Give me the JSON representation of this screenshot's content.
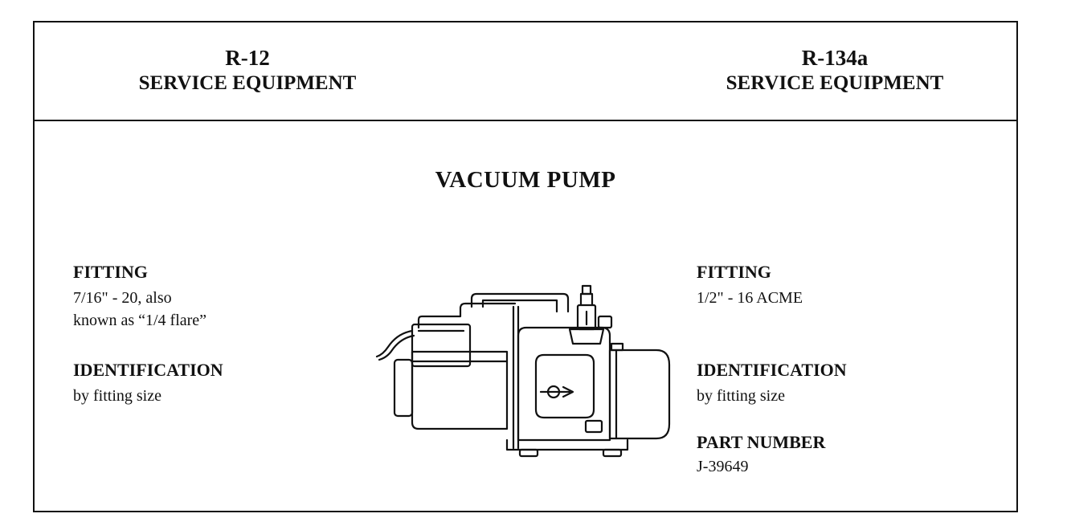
{
  "header": {
    "left": {
      "model": "R-12",
      "subtitle": "SERVICE EQUIPMENT"
    },
    "right": {
      "model": "R-134a",
      "subtitle": "SERVICE EQUIPMENT"
    }
  },
  "section_title": "VACUUM PUMP",
  "left_specs": {
    "fitting_label": "FITTING",
    "fitting_line1": "7/16\" - 20, also",
    "fitting_line2": "known as “1/4 flare”",
    "identification_label": "IDENTIFICATION",
    "identification_value": "by fitting size"
  },
  "right_specs": {
    "fitting_label": "FITTING",
    "fitting_value": "1/2\" - 16 ACME",
    "identification_label": "IDENTIFICATION",
    "identification_value": "by fitting size",
    "part_number_label": "PART NUMBER",
    "part_number_value": "J-39649"
  },
  "illustration": {
    "icon": "vacuum-pump-icon"
  }
}
